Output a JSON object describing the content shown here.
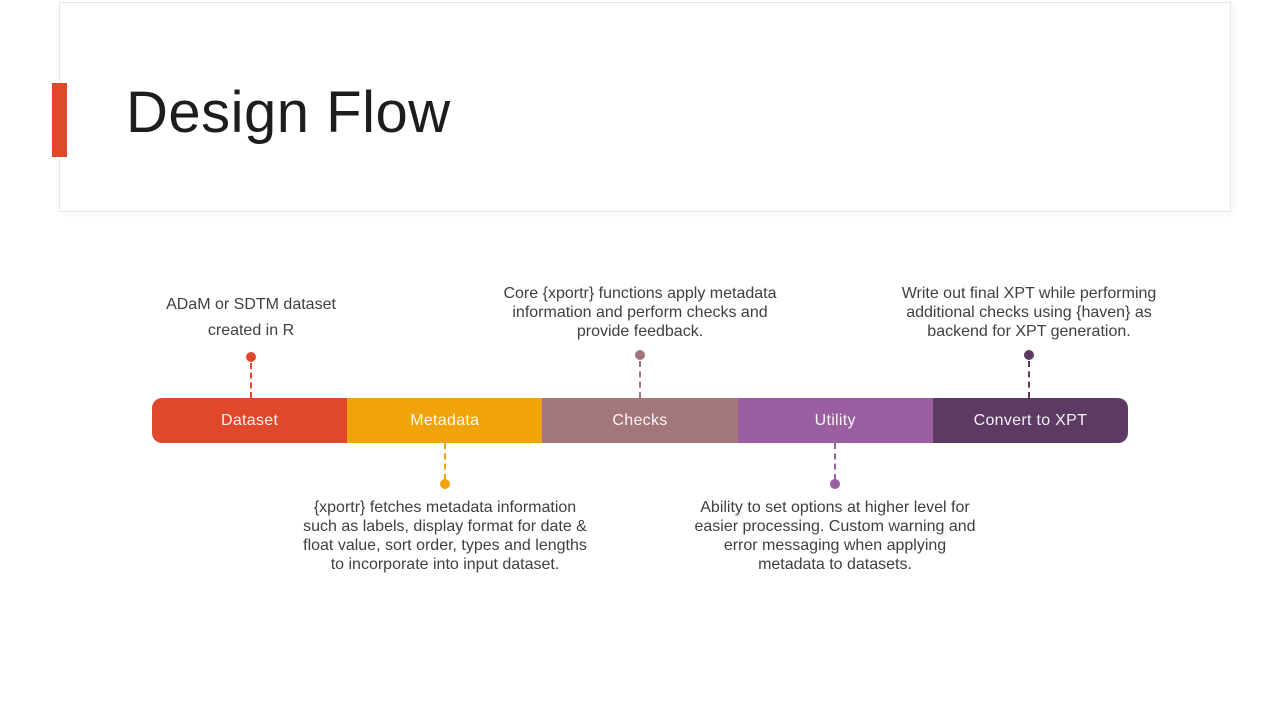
{
  "slide": {
    "title": "Design Flow"
  },
  "accent": {
    "color": "#E0472B"
  },
  "flow_bar": {
    "segments": [
      {
        "id": "dataset",
        "label": "Dataset",
        "color": "#E0472B"
      },
      {
        "id": "metadata",
        "label": "Metadata",
        "color": "#F0A30A"
      },
      {
        "id": "checks",
        "label": "Checks",
        "color": "#A2767A"
      },
      {
        "id": "utility",
        "label": "Utility",
        "color": "#9A5FA0"
      },
      {
        "id": "xpt",
        "label": "Convert to XPT",
        "color": "#5C3A63"
      }
    ]
  },
  "annotations": {
    "dataset": {
      "text": "ADaM or SDTM dataset\ncreated in R"
    },
    "checks": {
      "text": "Core {xportr} functions apply metadata\ninformation and perform checks and\nprovide feedback."
    },
    "xpt": {
      "text": "Write out final XPT while performing\nadditional checks using {haven} as\nbackend for XPT generation."
    },
    "metadata": {
      "text": "{xportr} fetches metadata information\nsuch as labels, display format for date &\nfloat value, sort order, types and lengths\nto incorporate into input dataset."
    },
    "utility": {
      "text": "Ability to set options at higher level for\neasier processing. Custom warning and\nerror messaging when applying\nmetadata to datasets."
    }
  }
}
